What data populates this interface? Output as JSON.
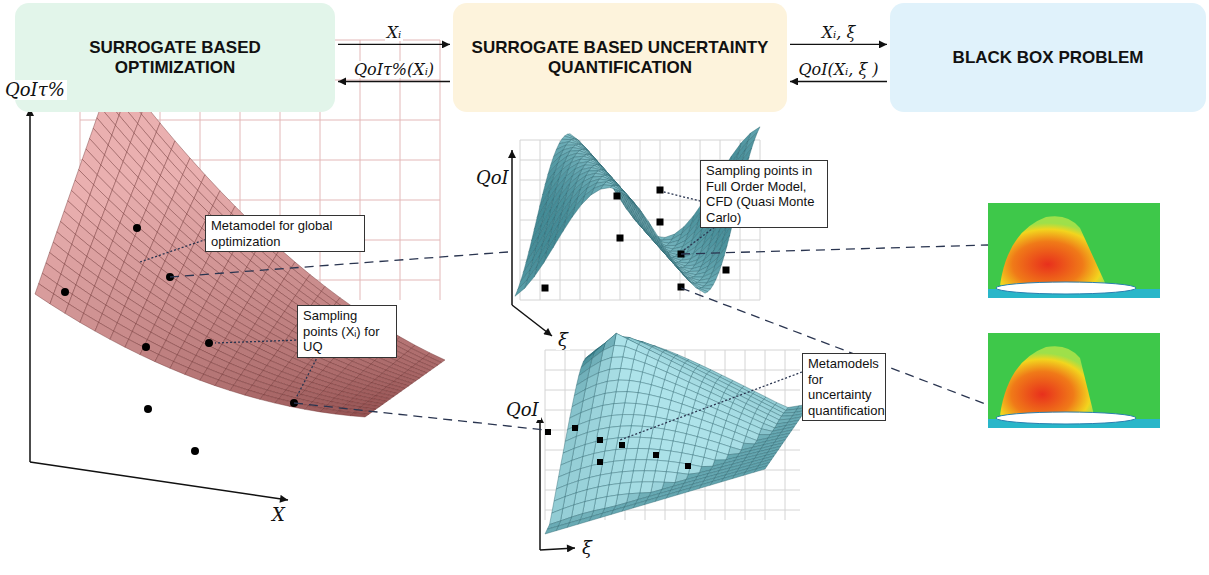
{
  "diagram": {
    "nodes": [
      {
        "text": [
          "SURROGATE BASED OPTIMIZATION"
        ]
      },
      {
        "text": [
          "SURROGATE BASED UNCERTAINTY QUANTIFICATION"
        ]
      },
      {
        "text": [
          "BLACK BOX PROBLEM"
        ]
      },
      {
        "text": [
          "Sampling points in Full Order Model, CFD (Quasi Monte Carlo)"
        ]
      },
      {
        "text": [
          "Metamodel for global optimization"
        ]
      },
      {
        "text": [
          "Sampling points (Xᵢ) for UQ"
        ]
      },
      {
        "text": [
          "Metamodels for uncertainty quantification"
        ]
      }
    ],
    "edges": [
      {
        "from": 0,
        "to": 1,
        "arrow": "to",
        "label": "Xᵢ"
      },
      {
        "from": 1,
        "to": 0,
        "arrow": "to",
        "label": "QoIτ%(Xᵢ)"
      },
      {
        "from": 1,
        "to": 2,
        "arrow": "to",
        "label": "Xᵢ, ξ"
      },
      {
        "from": 2,
        "to": 1,
        "arrow": "to",
        "label": "QoI(Xᵢ, ξ )"
      }
    ],
    "labels": [
      "QoIτ%",
      "X",
      "QoI",
      "ξ",
      "QoI",
      "ξ"
    ]
  }
}
